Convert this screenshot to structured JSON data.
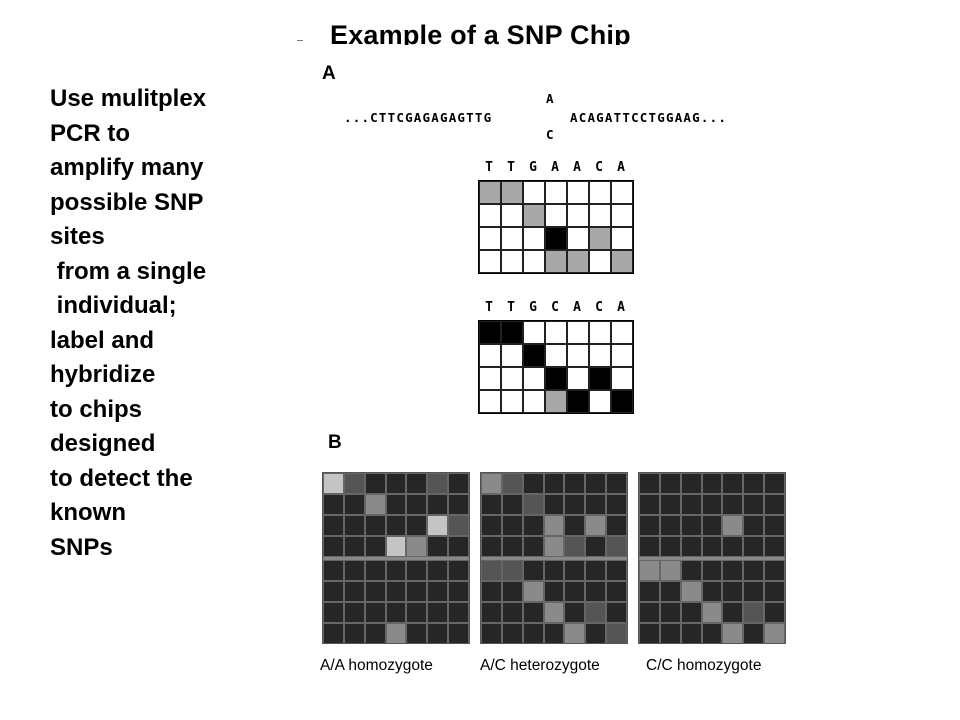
{
  "slide": {
    "title": "Example of a SNP Chip",
    "body_lines": [
      "Use mulitplex",
      "PCR to",
      "amplify many",
      "possible SNP",
      "sites",
      " from a single",
      " individual;",
      "label and",
      "hybridize",
      "to chips",
      "designed",
      "to detect the",
      "known",
      "SNPs"
    ]
  },
  "figure": {
    "panel_a": {
      "label": "A",
      "sequence_left": "...CTTCGAGAGAGTTG",
      "allele_top": "A",
      "allele_bottom": "C",
      "sequence_right": "ACAGATTCCTGGAAG...",
      "grids": [
        {
          "header": [
            "T",
            "T",
            "G",
            "A",
            "A",
            "C",
            "A"
          ],
          "cells": [
            [
              "g",
              "g",
              "w",
              "w",
              "w",
              "w",
              "w"
            ],
            [
              "w",
              "w",
              "g",
              "w",
              "w",
              "w",
              "w"
            ],
            [
              "w",
              "w",
              "w",
              "b",
              "w",
              "g",
              "w"
            ],
            [
              "w",
              "w",
              "w",
              "g",
              "g",
              "w",
              "g"
            ]
          ]
        },
        {
          "header": [
            "T",
            "T",
            "G",
            "C",
            "A",
            "C",
            "A"
          ],
          "cells": [
            [
              "b",
              "b",
              "w",
              "w",
              "w",
              "w",
              "w"
            ],
            [
              "w",
              "w",
              "b",
              "w",
              "w",
              "w",
              "w"
            ],
            [
              "w",
              "w",
              "w",
              "b",
              "w",
              "b",
              "w"
            ],
            [
              "w",
              "w",
              "w",
              "g",
              "b",
              "w",
              "b"
            ]
          ]
        }
      ]
    },
    "panel_b": {
      "label": "B",
      "chips": [
        {
          "caption": "A/A homozygote",
          "top": [
            [
              3,
              1,
              0,
              0,
              0,
              1,
              0
            ],
            [
              0,
              0,
              2,
              0,
              0,
              0,
              0
            ],
            [
              0,
              0,
              0,
              0,
              0,
              3,
              1
            ],
            [
              0,
              0,
              0,
              3,
              2,
              0,
              0
            ]
          ],
          "bottom": [
            [
              0,
              0,
              0,
              0,
              0,
              0,
              0
            ],
            [
              0,
              0,
              0,
              0,
              0,
              0,
              0
            ],
            [
              0,
              0,
              0,
              0,
              0,
              0,
              0
            ],
            [
              0,
              0,
              0,
              2,
              0,
              0,
              0
            ]
          ]
        },
        {
          "caption": "A/C heterozygote",
          "top": [
            [
              2,
              1,
              0,
              0,
              0,
              0,
              0
            ],
            [
              0,
              0,
              1,
              0,
              0,
              0,
              0
            ],
            [
              0,
              0,
              0,
              2,
              0,
              2,
              0
            ],
            [
              0,
              0,
              0,
              2,
              1,
              0,
              1
            ]
          ],
          "bottom": [
            [
              1,
              1,
              0,
              0,
              0,
              0,
              0
            ],
            [
              0,
              0,
              2,
              0,
              0,
              0,
              0
            ],
            [
              0,
              0,
              0,
              2,
              0,
              1,
              0
            ],
            [
              0,
              0,
              0,
              0,
              2,
              0,
              1
            ]
          ]
        },
        {
          "caption": "C/C homozygote",
          "top": [
            [
              0,
              0,
              0,
              0,
              0,
              0,
              0
            ],
            [
              0,
              0,
              0,
              0,
              0,
              0,
              0
            ],
            [
              0,
              0,
              0,
              0,
              2,
              0,
              0
            ],
            [
              0,
              0,
              0,
              0,
              0,
              0,
              0
            ]
          ],
          "bottom": [
            [
              2,
              2,
              0,
              0,
              0,
              0,
              0
            ],
            [
              0,
              0,
              2,
              0,
              0,
              0,
              0
            ],
            [
              0,
              0,
              0,
              2,
              0,
              1,
              0
            ],
            [
              0,
              0,
              0,
              0,
              2,
              0,
              2
            ]
          ]
        }
      ]
    }
  }
}
